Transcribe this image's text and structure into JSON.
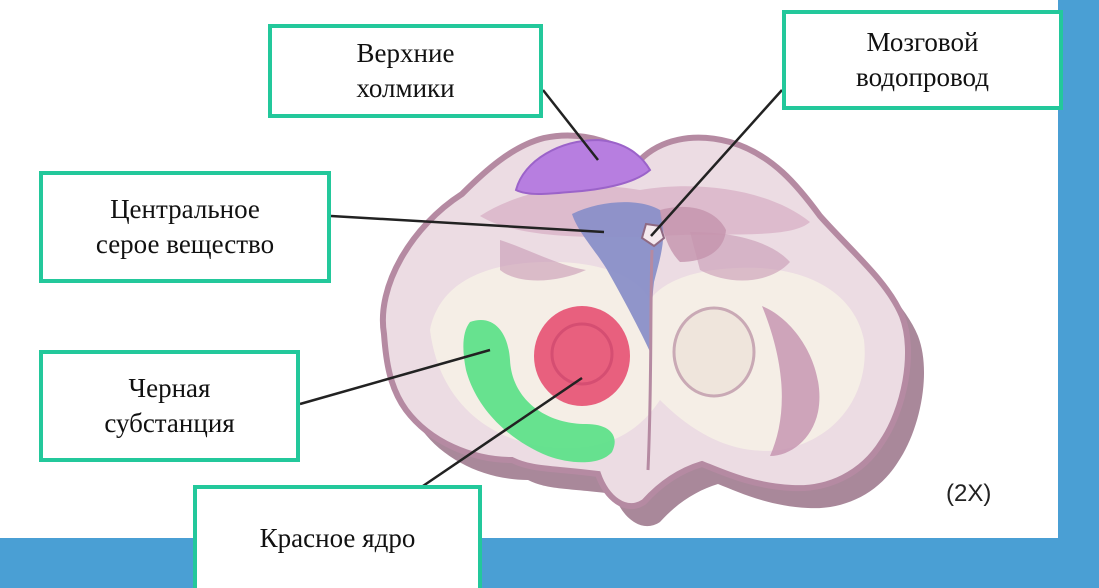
{
  "labels": {
    "superior_colliculi": [
      "Верхние",
      "холмики"
    ],
    "aqueduct": [
      "Мозговой",
      "водопровод"
    ],
    "central_gray": [
      "Центральное",
      "серое вещество"
    ],
    "substantia_nigra": [
      "Черная",
      "субстанция"
    ],
    "red_nucleus": [
      "Красное ядро"
    ]
  },
  "scale": "(2X)",
  "colors": {
    "background_blue": "#4a9fd4",
    "label_border": "#23c89b",
    "superior_colliculi": "#b77ee0",
    "central_gray": "#8a8fc8",
    "substantia_nigra": "#5fe08a",
    "red_nucleus": "#e8607e",
    "tissue_outline": "#b58aa2",
    "tissue_fill": "#e9d7df"
  }
}
